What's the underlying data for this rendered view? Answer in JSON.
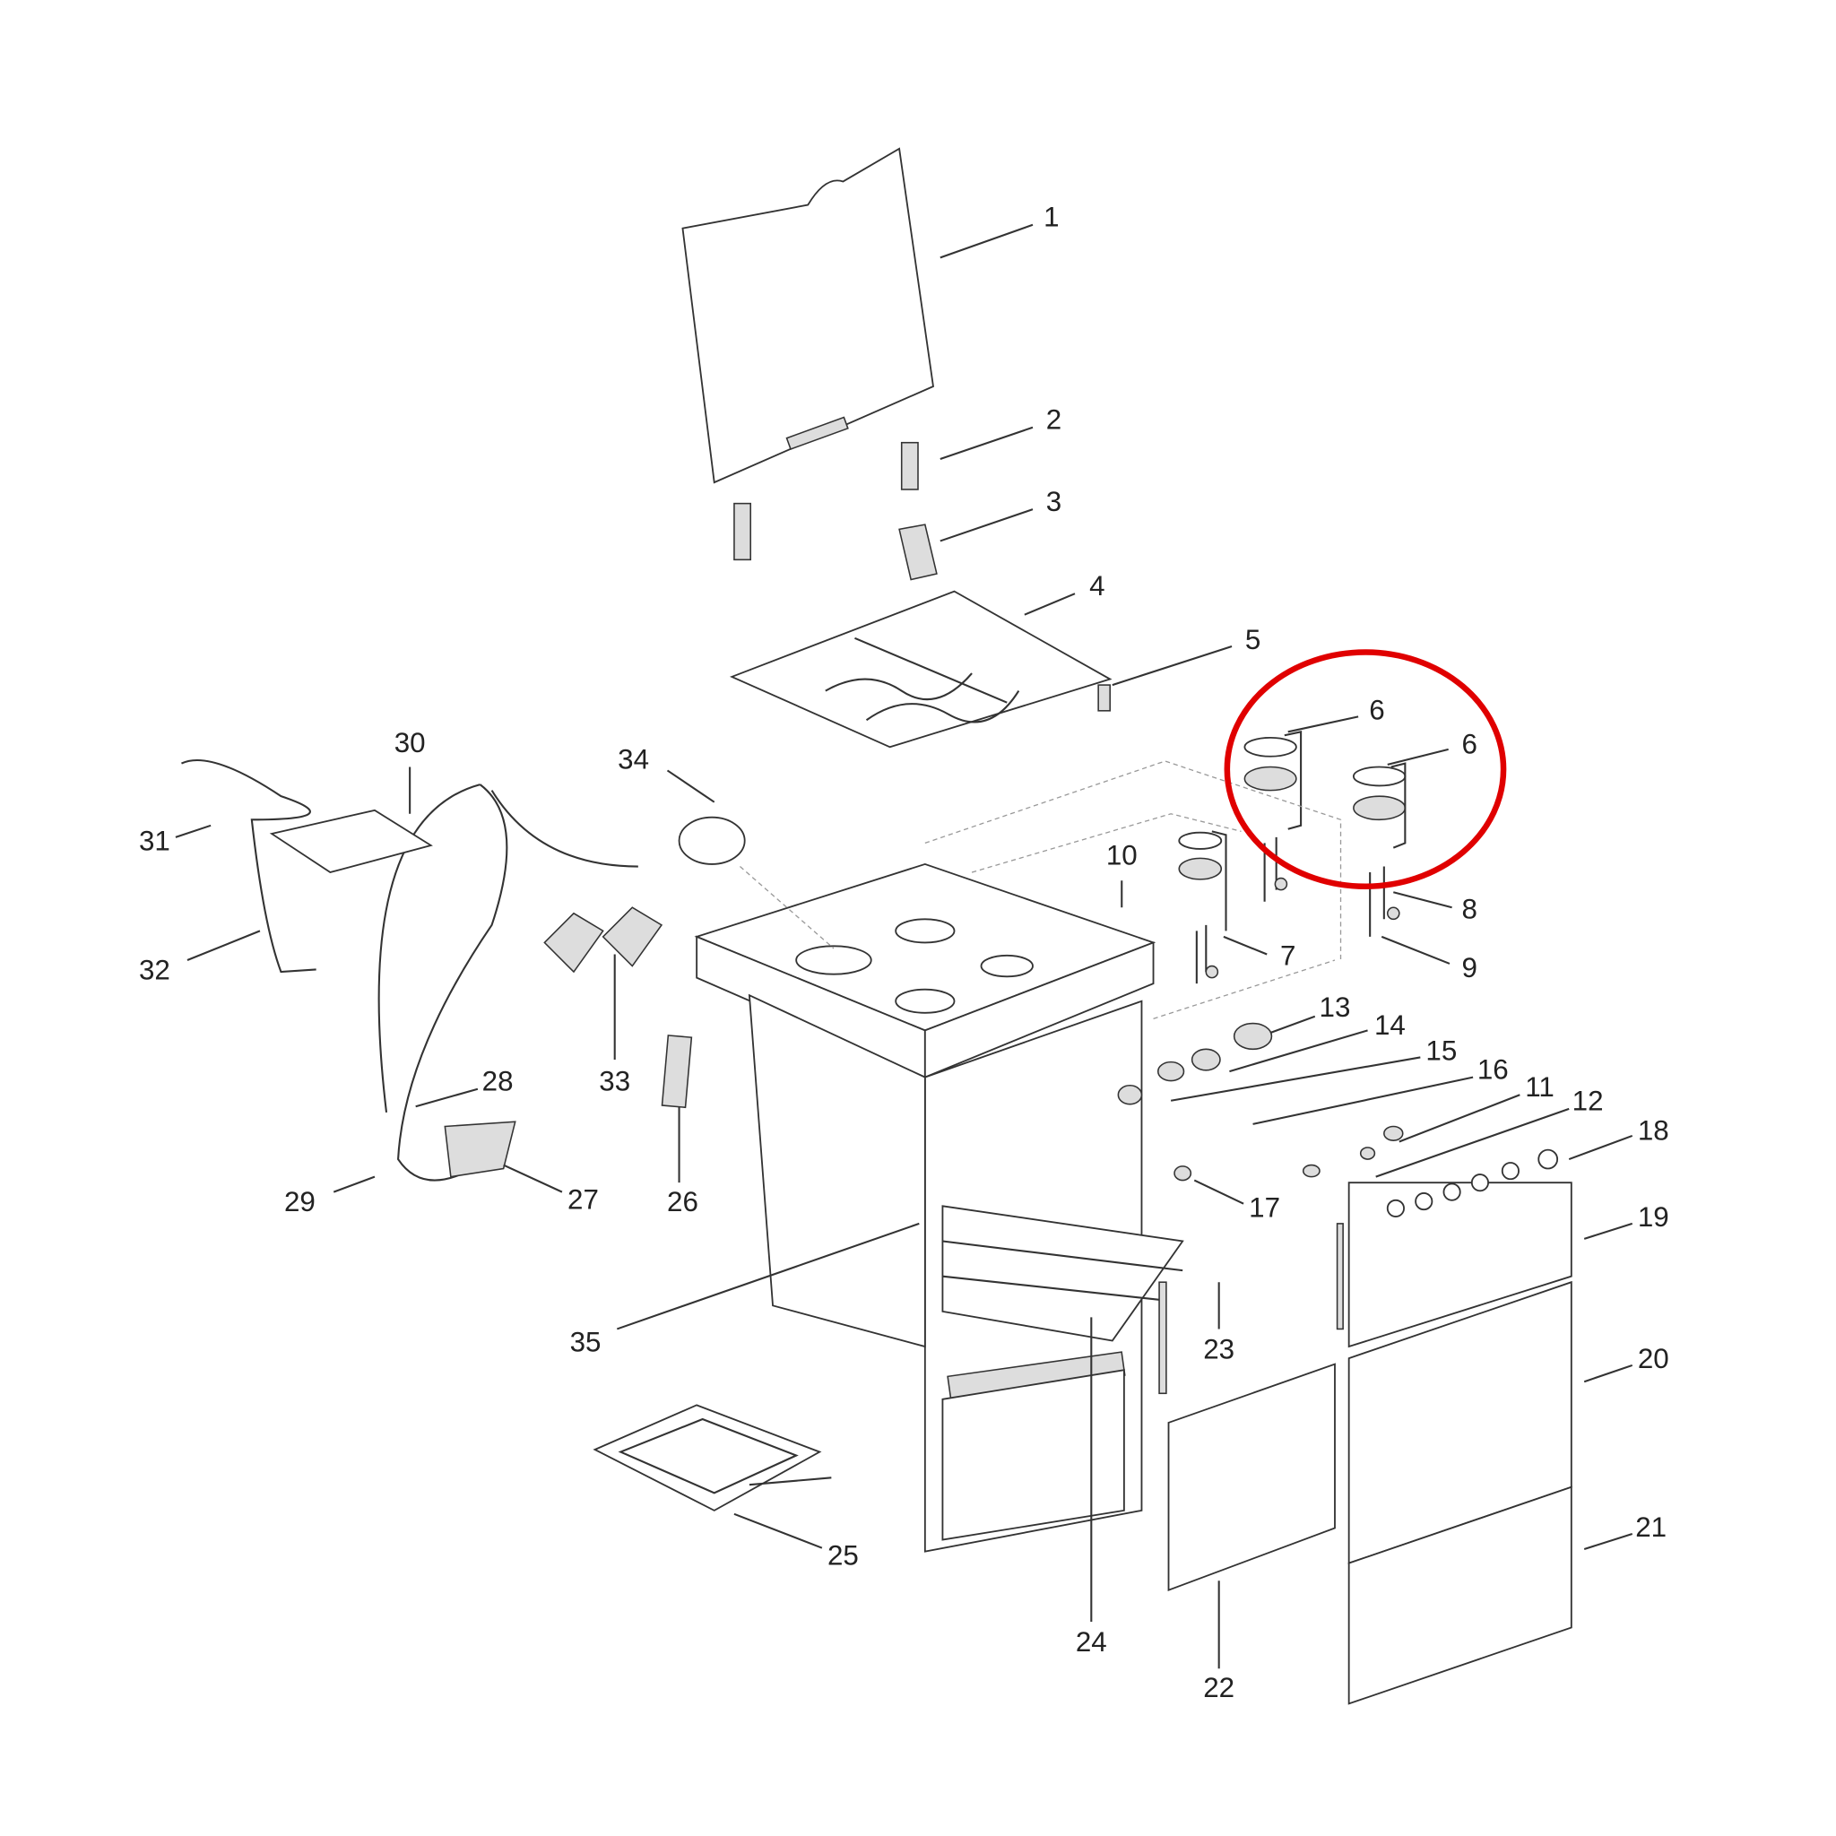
{
  "diagram": {
    "labels": [
      "1",
      "2",
      "3",
      "4",
      "5",
      "6",
      "6",
      "7",
      "8",
      "9",
      "10",
      "11",
      "12",
      "13",
      "14",
      "15",
      "16",
      "17",
      "18",
      "19",
      "20",
      "21",
      "22",
      "23",
      "24",
      "25",
      "26",
      "27",
      "28",
      "29",
      "30",
      "31",
      "32",
      "33",
      "34",
      "35"
    ],
    "highlight_color": "#e00000"
  }
}
